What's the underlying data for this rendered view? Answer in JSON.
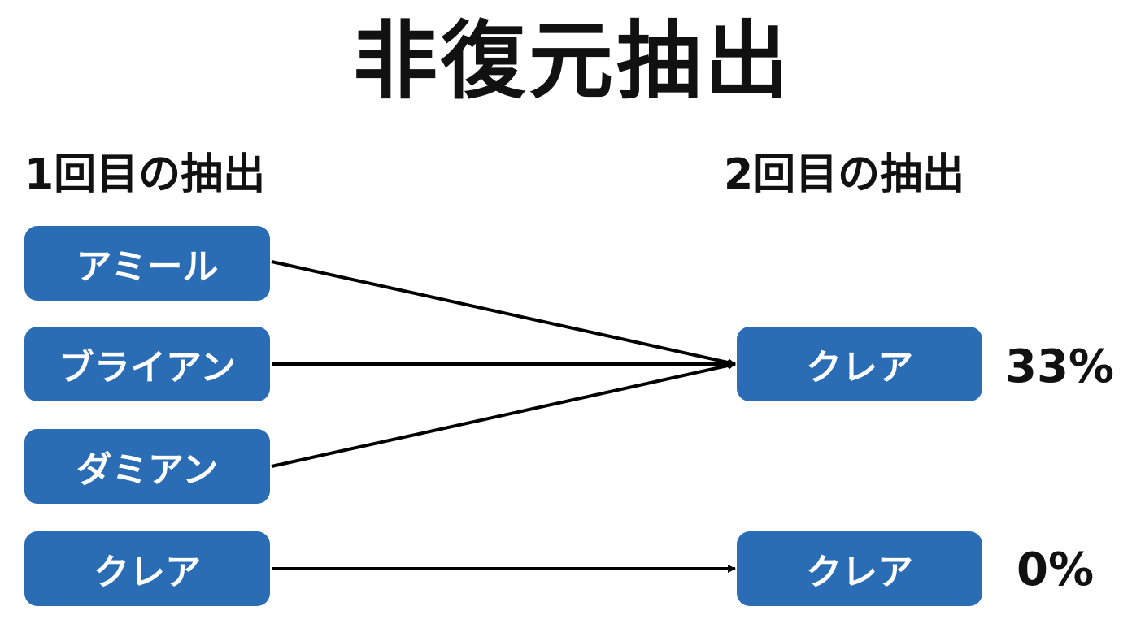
{
  "title": "非復元抽出",
  "first_draw": {
    "heading": "1回目の抽出",
    "items": [
      "アミール",
      "ブライアン",
      "ダミアン",
      "クレア"
    ]
  },
  "second_draw": {
    "heading": "2回目の抽出",
    "items": [
      {
        "label": "クレア",
        "percent": "33%"
      },
      {
        "label": "クレア",
        "percent": "0%"
      }
    ]
  },
  "colors": {
    "node_fill": "#2a6db5",
    "node_text": "#ffffff",
    "arrow": "#000000"
  }
}
